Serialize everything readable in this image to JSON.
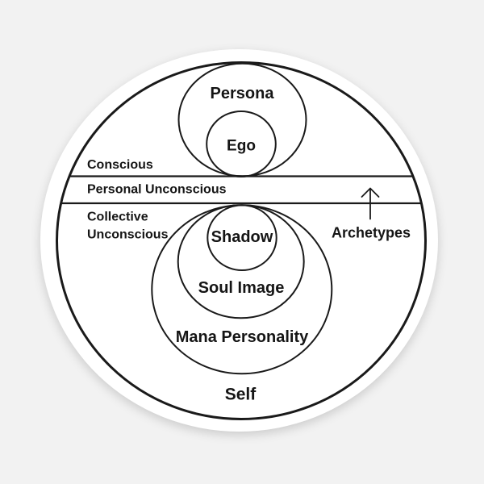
{
  "page": {
    "background_color": "#f2f2f2",
    "sticker_color": "#ffffff",
    "ink_color": "#1a1a1a",
    "style": "black-line sticker diagram of the psyche with concentric circles"
  },
  "labels": {
    "persona": "Persona",
    "ego": "Ego",
    "conscious": "Conscious",
    "personal_unconscious": "Personal Unconscious",
    "collective_line1": "Collective",
    "collective_line2": "Unconscious",
    "shadow": "Shadow",
    "soul_image": "Soul Image",
    "mana_personality": "Mana Personality",
    "archetypes": "Archetypes",
    "self": "Self"
  },
  "icons": {
    "archetypes_arrow": "arrow-up"
  },
  "structure": {
    "outer_circle": "Self",
    "horizontal_bands_top_to_bottom": [
      "Conscious",
      "Personal Unconscious",
      "Collective Unconscious"
    ],
    "upper_nested_circles": [
      "Persona",
      "Ego inside Persona"
    ],
    "lower_nested_circles": [
      "Mana Personality",
      "Soul Image",
      "Shadow innermost"
    ],
    "annotation": "Upward arrow labeled Archetypes crossing the Personal Unconscious band boundary"
  }
}
